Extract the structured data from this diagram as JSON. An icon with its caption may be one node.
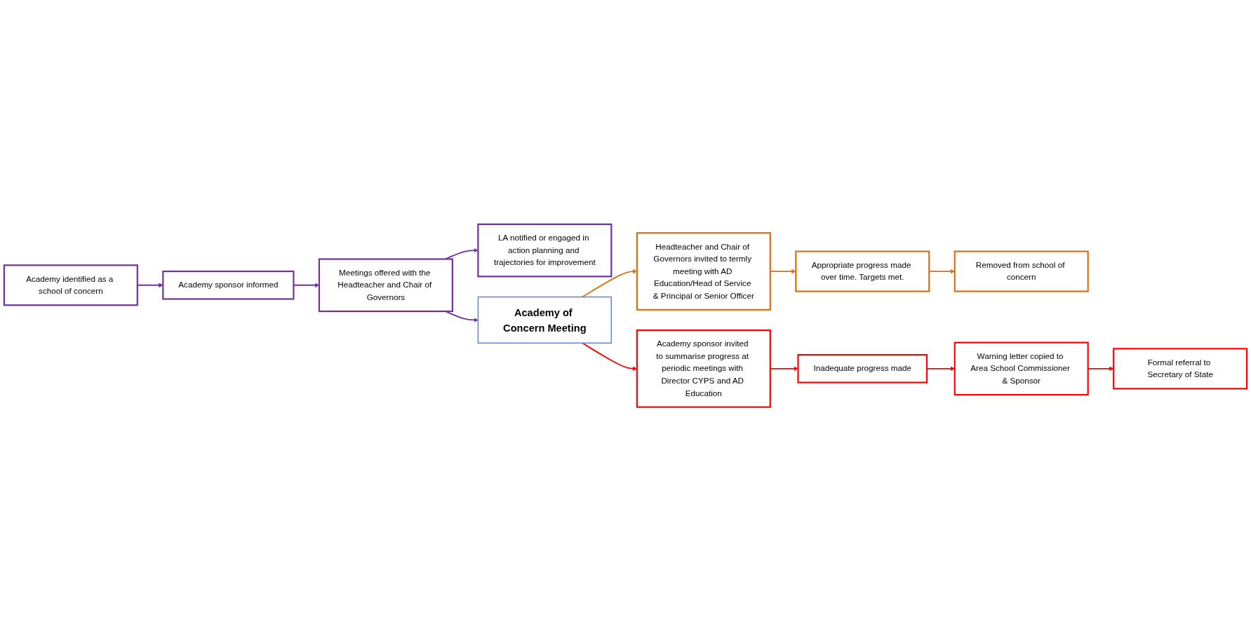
{
  "diagram": {
    "nodes": [
      {
        "text": [
          "Academy identified as a school of concern"
        ]
      },
      {
        "text": [
          "Academy sponsor informed"
        ]
      },
      {
        "text": [
          "Meetings offered with the Headteacher and Chair of Governors"
        ]
      },
      {
        "text": [
          "LA notified or engaged in action planning and trajectories for improvement"
        ]
      },
      {
        "text": [
          "Academy of Concern Meeting"
        ]
      },
      {
        "text": [
          "Headteacher and Chair of Governors invited to termly meeting with AD Education/Head of Service & Principal or Senior Officer"
        ]
      },
      {
        "text": [
          "Appropriate progress made over time. Targets met."
        ]
      },
      {
        "text": [
          "Removed from school of concern"
        ]
      },
      {
        "text": [
          "Academy sponsor invited to summarise progress at periodic meetings with Director CYPS and AD Education"
        ]
      },
      {
        "text": [
          "Inadequate progress made"
        ]
      },
      {
        "text": [
          "Warning letter copied to Area School Commissioner & Sponsor"
        ]
      },
      {
        "text": [
          "Formal referral to Secretary of State"
        ]
      }
    ],
    "edges": [
      {
        "from": 0,
        "to": 1,
        "arrow": "to",
        "color": "#7030a0"
      },
      {
        "from": 1,
        "to": 2,
        "arrow": "to",
        "color": "#7030a0"
      },
      {
        "from": 2,
        "to": 3,
        "arrow": "to",
        "color": "#7030a0"
      },
      {
        "from": 2,
        "to": 4,
        "arrow": "to",
        "color": "#7030a0"
      },
      {
        "from": 4,
        "to": 5,
        "arrow": "to",
        "color": "#e36c09"
      },
      {
        "from": 5,
        "to": 6,
        "arrow": "to",
        "color": "#e36c09"
      },
      {
        "from": 6,
        "to": 7,
        "arrow": "to",
        "color": "#e36c09"
      },
      {
        "from": 4,
        "to": 8,
        "arrow": "to",
        "color": "#ff0000"
      },
      {
        "from": 8,
        "to": 9,
        "arrow": "to",
        "color": "#ff0000"
      },
      {
        "from": 9,
        "to": 10,
        "arrow": "to",
        "color": "#ff0000"
      },
      {
        "from": 10,
        "to": 11,
        "arrow": "to",
        "color": "#ff0000"
      }
    ]
  }
}
